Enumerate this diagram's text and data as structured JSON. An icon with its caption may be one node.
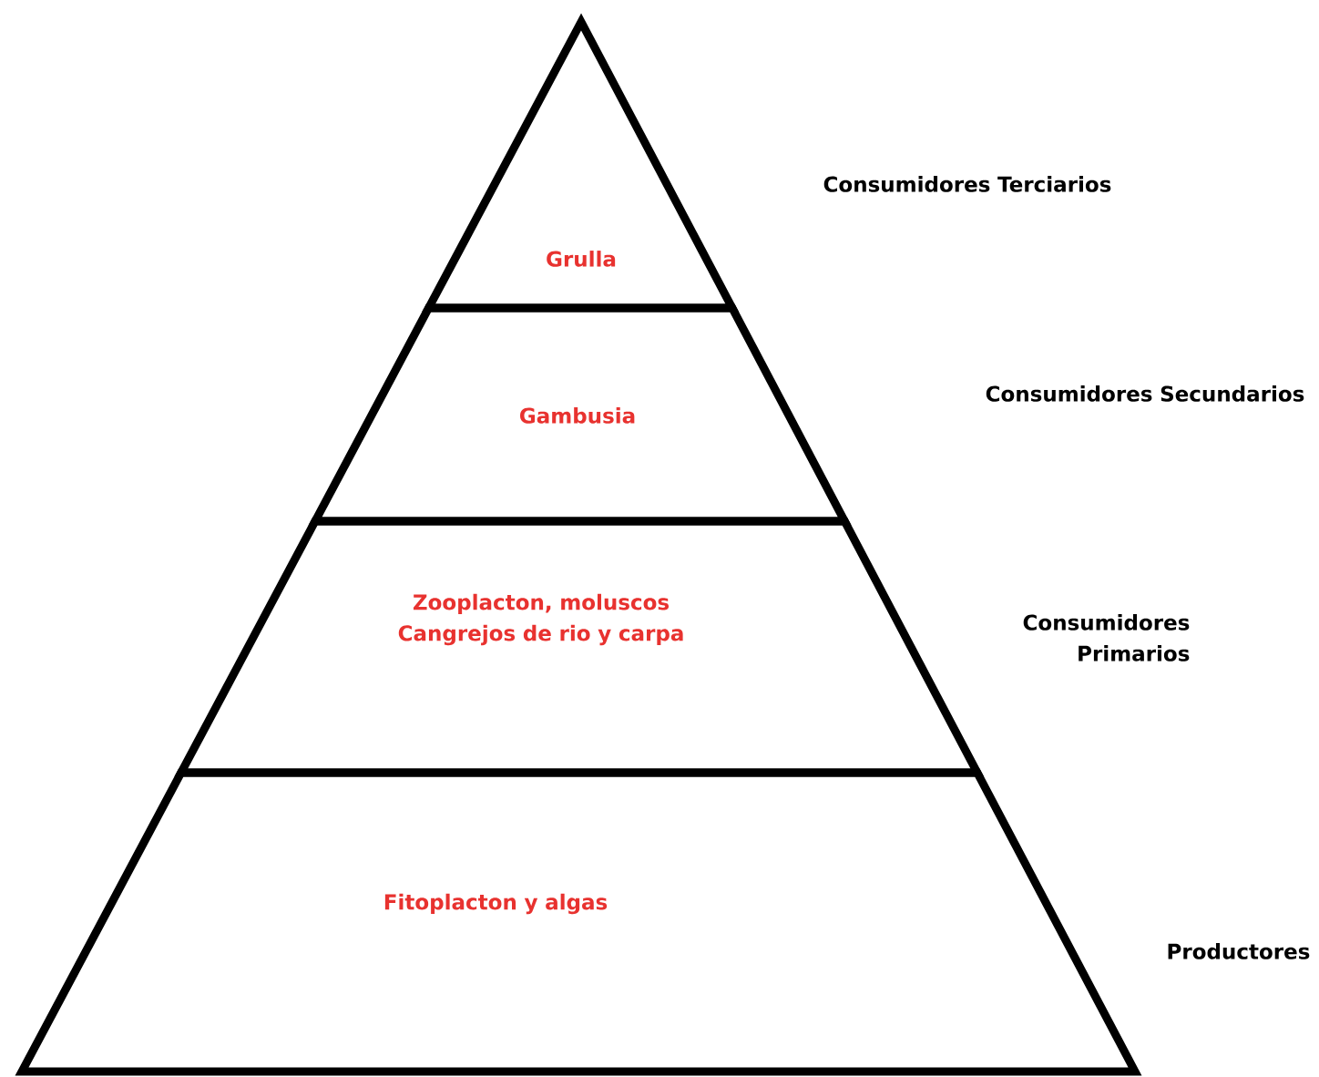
{
  "diagram": {
    "nodes": [
      {
        "text": [
          "Grulla"
        ]
      },
      {
        "text": [
          "Gambusia"
        ]
      },
      {
        "text": [
          "Zooplacton, moluscos Cangrejos de rio y carpa"
        ]
      },
      {
        "text": [
          "Fitoplacton y algas"
        ]
      }
    ],
    "labels": [
      "Consumidores Terciarios",
      "Consumidores Secundarios",
      "Consumidores Primarios",
      "Productores"
    ]
  }
}
